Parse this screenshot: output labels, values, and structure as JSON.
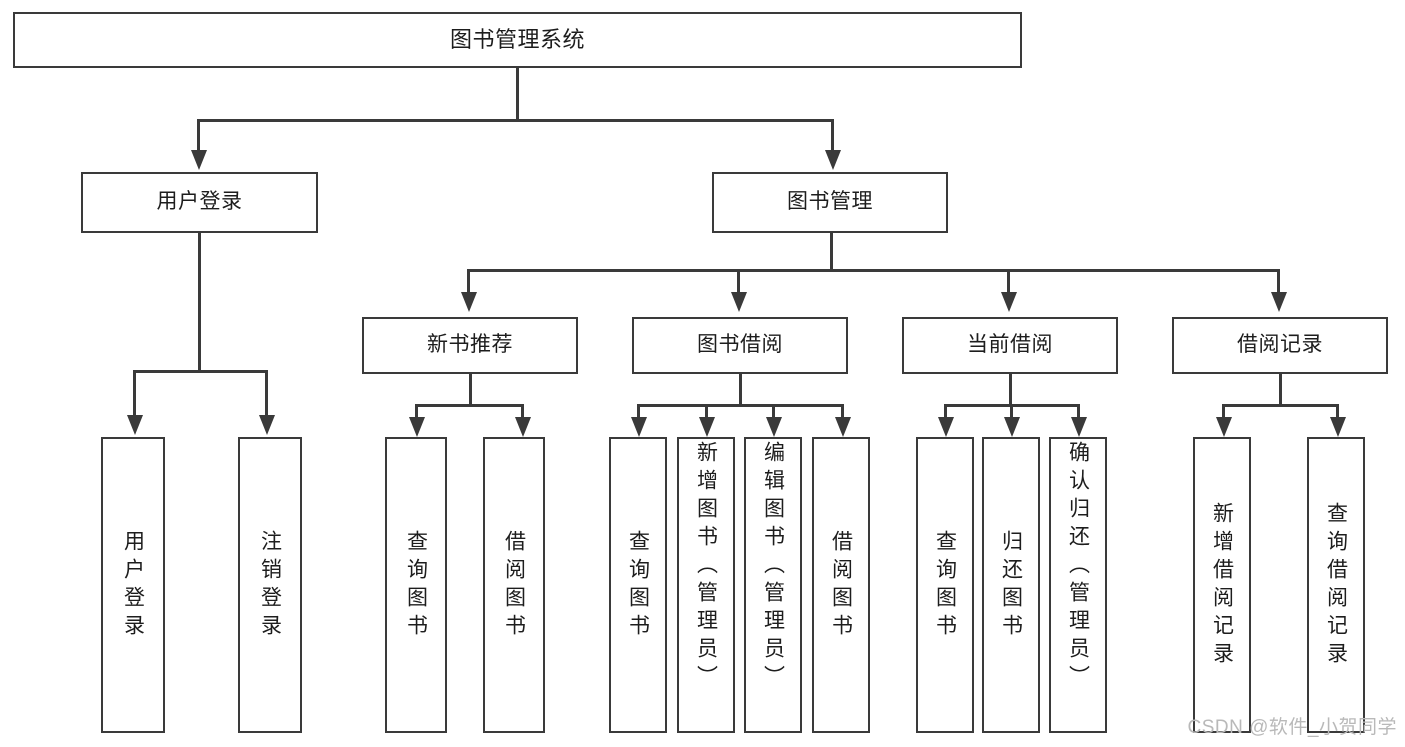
{
  "diagram": {
    "type": "tree",
    "title": "图书管理系统",
    "root": {
      "label": "图书管理系统"
    },
    "level1": [
      {
        "label": "用户登录"
      },
      {
        "label": "图书管理"
      }
    ],
    "level2": [
      {
        "label": "新书推荐"
      },
      {
        "label": "图书借阅"
      },
      {
        "label": "当前借阅"
      },
      {
        "label": "借阅记录"
      }
    ],
    "leaves": {
      "user_login": [
        {
          "label": "用户登录"
        },
        {
          "label": "注销登录"
        }
      ],
      "new_book_recommend": [
        {
          "label": "查询图书"
        },
        {
          "label": "借阅图书"
        }
      ],
      "book_borrow": [
        {
          "label": "查询图书"
        },
        {
          "label": "新增图书（管理员）"
        },
        {
          "label": "编辑图书（管理员）"
        },
        {
          "label": "借阅图书"
        }
      ],
      "current_borrow": [
        {
          "label": "查询图书"
        },
        {
          "label": "归还图书"
        },
        {
          "label": "确认归还（管理员）"
        }
      ],
      "borrow_record": [
        {
          "label": "新增借阅记录"
        },
        {
          "label": "查询借阅记录"
        }
      ]
    },
    "colors": {
      "stroke": "#3a3a3a",
      "fill": "#ffffff",
      "text": "#1d1d1d",
      "watermark": "#b9b9b9"
    }
  },
  "watermark": {
    "text": "CSDN @软件_小贺同学"
  }
}
